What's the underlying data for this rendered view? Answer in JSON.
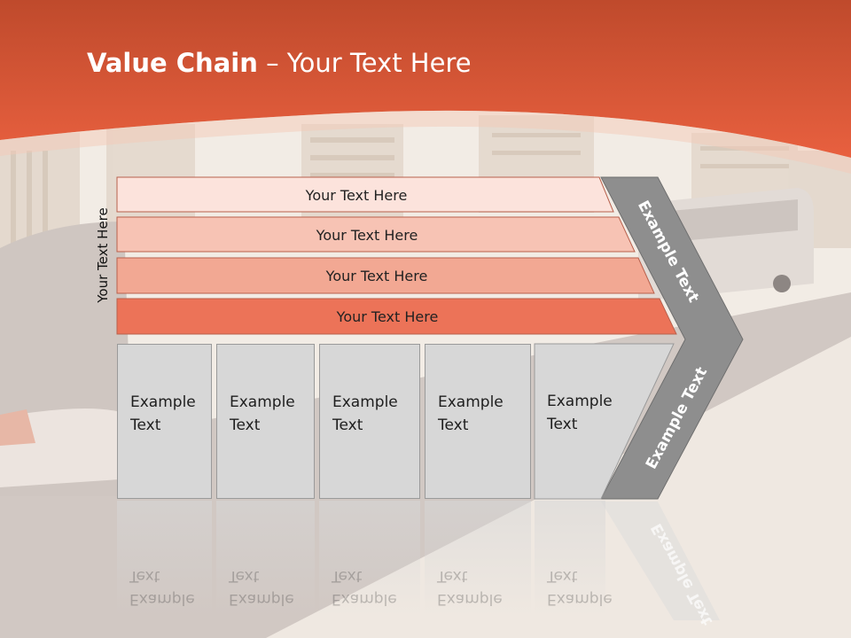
{
  "title": {
    "bold": "Value Chain",
    "rest": " – Your Text Here"
  },
  "side_label": "Your Text Here",
  "bars": [
    {
      "label": "Your Text Here",
      "color": "#fce3dc"
    },
    {
      "label": "Your Text Here",
      "color": "#f7c3b4"
    },
    {
      "label": "Your Text Here",
      "color": "#f2a893"
    },
    {
      "label": "Your Text Here",
      "color": "#ec7358"
    }
  ],
  "boxes": [
    {
      "line1": "Example",
      "line2": "Text"
    },
    {
      "line1": "Example",
      "line2": "Text"
    },
    {
      "line1": "Example",
      "line2": "Text"
    },
    {
      "line1": "Example",
      "line2": "Text"
    },
    {
      "line1": "Example",
      "line2": "Text"
    }
  ],
  "chevron": {
    "upper_text": "Example Text",
    "lower_text": "Example Text",
    "color": "#8e8e8e"
  },
  "colors": {
    "header": "#e0583a",
    "background": "#f3ede6",
    "box": "#d7d7d7"
  }
}
